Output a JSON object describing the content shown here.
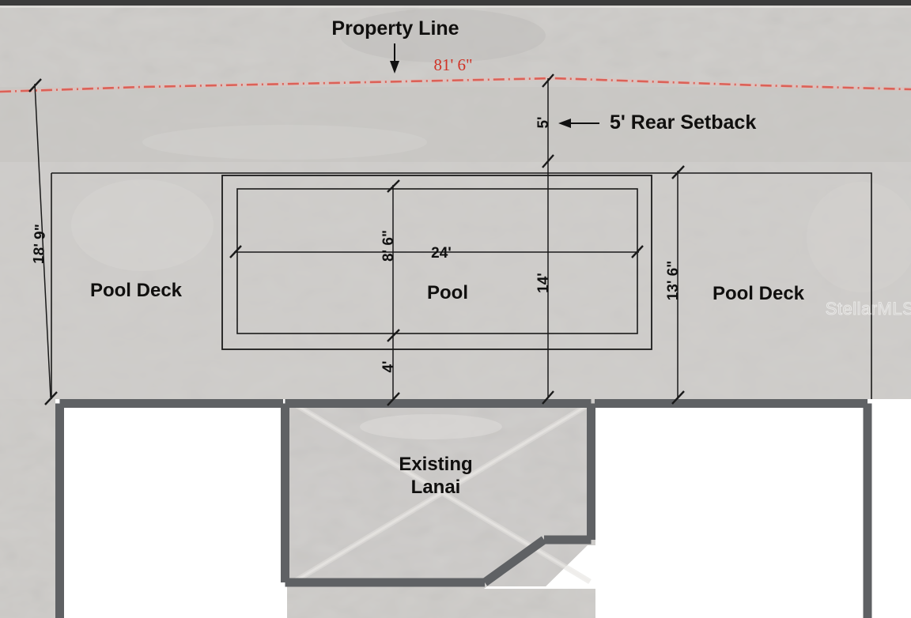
{
  "drawing": {
    "title_labels": {
      "property_line": "Property Line",
      "rear_setback": "5' Rear Setback",
      "pool": "Pool",
      "pool_deck_left": "Pool Deck",
      "pool_deck_right": "Pool Deck",
      "existing_lanai_line1": "Existing",
      "existing_lanai_line2": "Lanai"
    },
    "dimensions": {
      "property_line_length": "81' 6\"",
      "rear_setback_depth": "5'",
      "left_deck_depth": "18' 9\"",
      "right_deck_depth": "13' 6\"",
      "pool_width": "24'",
      "pool_top_offset": "8' 6\"",
      "pool_to_setback": "14'",
      "deck_to_house": "4'"
    },
    "watermark": "StellarMLS",
    "colors": {
      "property_line": "#d03327",
      "site_fill": "#cdcbc8",
      "wall": "#5f6164",
      "line": "#1a1a1a",
      "interior": "#ffffff",
      "top_bar": "#3b3b3b"
    }
  }
}
